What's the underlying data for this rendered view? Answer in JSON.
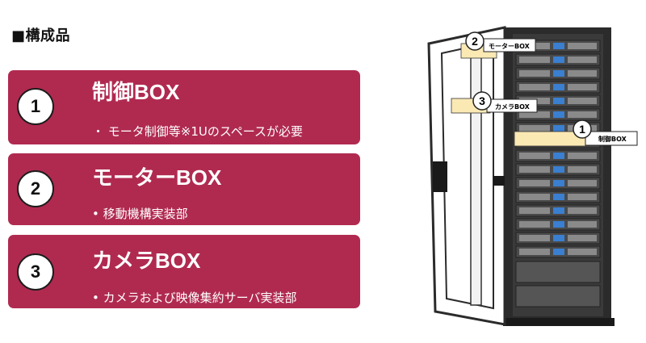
{
  "heading": "■構成品",
  "components": [
    {
      "number": "1",
      "title": "制御BOX",
      "bullet": "・ モータ制御等※1Uのスペースが必要"
    },
    {
      "number": "2",
      "title": "モーターBOX",
      "bullet": "• 移動機構実装部"
    },
    {
      "number": "3",
      "title": "カメラBOX",
      "bullet": "• カメラおよび映像集約サーバ実装部"
    }
  ],
  "diagram": {
    "callouts": [
      {
        "number": "2",
        "label": "モーターBOX"
      },
      {
        "number": "3",
        "label": "カメラBOX"
      },
      {
        "number": "1",
        "label": "制御BOX"
      }
    ]
  },
  "colors": {
    "card_background": "#b02a50",
    "card_text": "#ffffff",
    "highlight_box": "#fbe9b4",
    "rack_frame": "#2b2b2b"
  }
}
